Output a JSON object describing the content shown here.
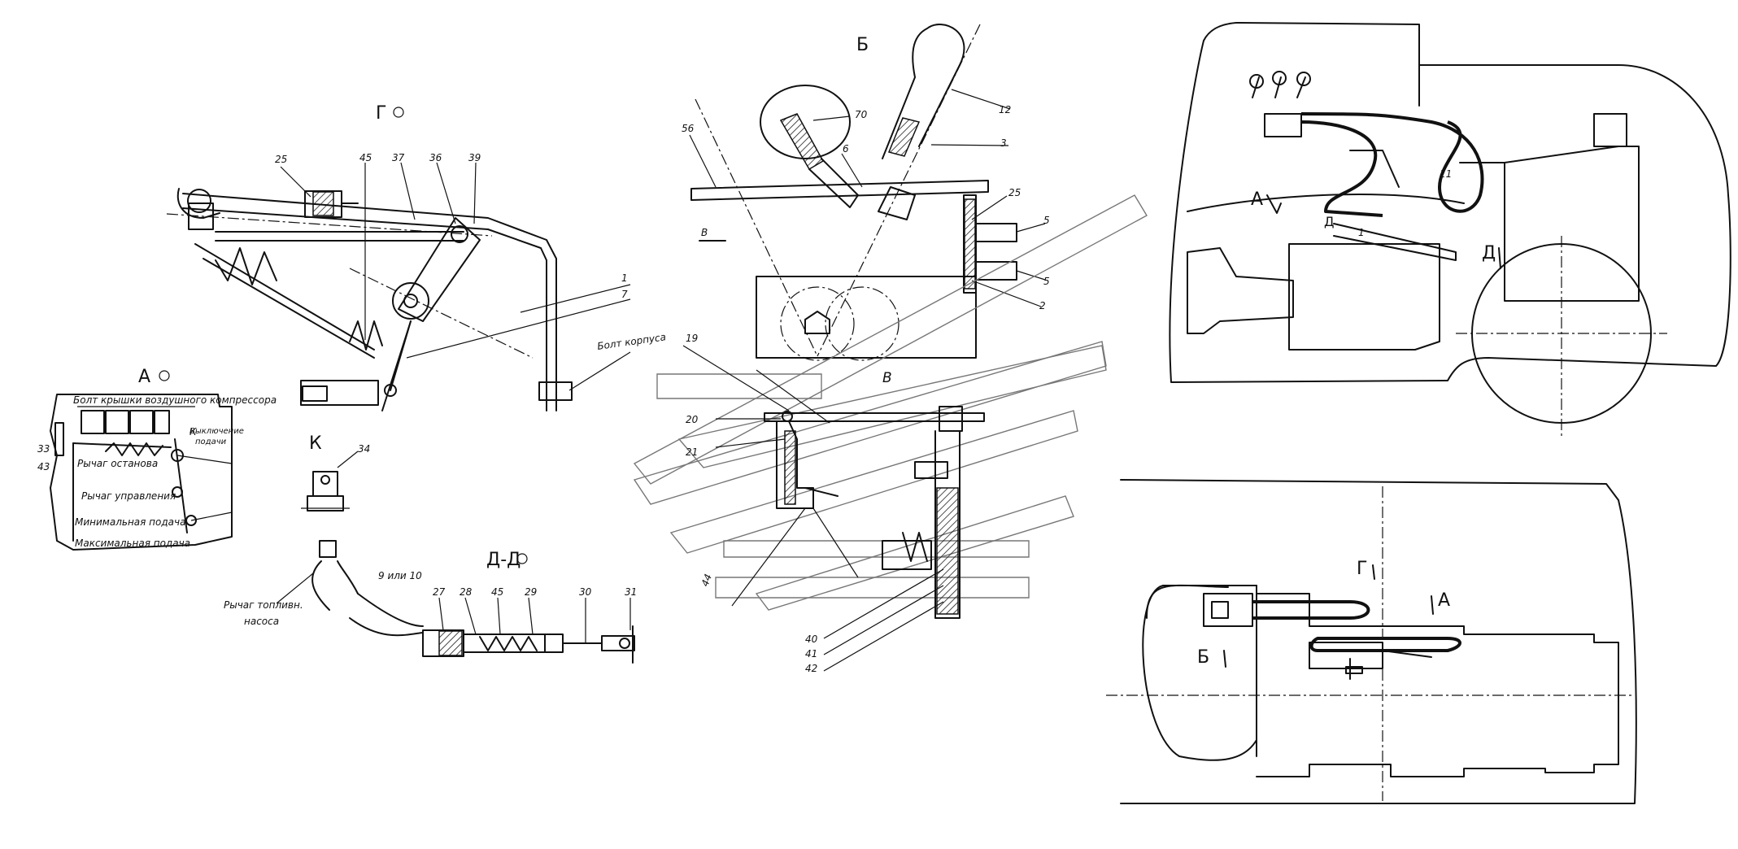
{
  "views": {
    "g": "Г",
    "b": "Б",
    "a": "А",
    "k": "К",
    "dd": "Д-Д",
    "v": "В"
  },
  "notes": {
    "bolt_korpusa": "Болт корпуса",
    "bolt_kryshki": "Болт крышки воздушного компрессора",
    "vyklyuchenie": "Выключение",
    "podachi": "подачи",
    "rychag_ostanova": "Рычаг останова",
    "rychag_upravleniya": "Рычаг управления",
    "min_podacha": "Минимальная подача",
    "max_podacha": "Максимальная подача",
    "rychag_toplivn": "Рычаг топливн.",
    "nasosa": "насоса",
    "v_arrow": "В",
    "k_small": "К"
  },
  "parts": {
    "p25a": "25",
    "p45a": "45",
    "p37": "37",
    "p36": "36",
    "p39": "39",
    "p1": "1",
    "p7": "7",
    "p33": "33",
    "p43": "43",
    "p34": "34",
    "p9or10": "9 или 10",
    "p27": "27",
    "p28": "28",
    "p45b": "45",
    "p29": "29",
    "p30": "30",
    "p31": "31",
    "p56": "56",
    "p70": "70",
    "p6": "6",
    "p12": "12",
    "p3": "3",
    "p25b": "25",
    "p5a": "5",
    "p5b": "5",
    "p2": "2",
    "p19": "19",
    "p20": "20",
    "p21": "21",
    "p44": "44",
    "p40": "40",
    "p41": "41",
    "p42": "42",
    "p11": "11",
    "p1c": "1"
  },
  "refs": {
    "top_a": "А",
    "top_d1": "Д",
    "top_d2": "Д",
    "bot_g": "Г",
    "bot_a": "А",
    "bot_b": "Б"
  }
}
